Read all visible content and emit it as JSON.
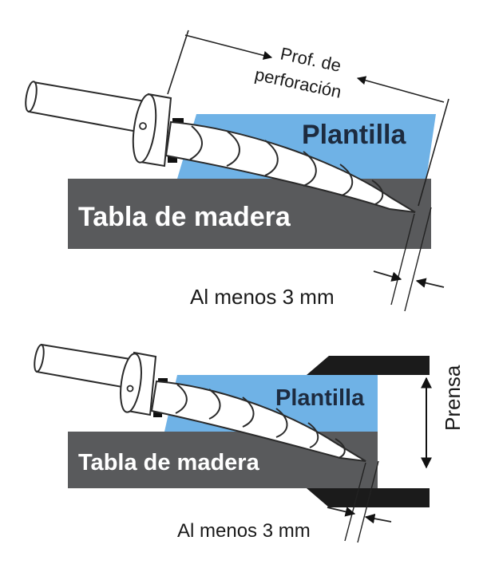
{
  "diagram_top": {
    "template_label": "Plantilla",
    "board_label": "Tabla de madera",
    "depth_label_line1": "Prof. de",
    "depth_label_line2": "perforación",
    "min_label": "Al menos 3 mm"
  },
  "diagram_bottom": {
    "template_label": "Plantilla",
    "board_label": "Tabla de madera",
    "clamp_label": "Prensa",
    "min_label": "Al menos 3 mm"
  },
  "colors": {
    "template_blue": "#6fb2e6",
    "board_gray": "#595a5c",
    "clamp_black": "#1b1b1b",
    "outline": "#2a2a2a"
  }
}
